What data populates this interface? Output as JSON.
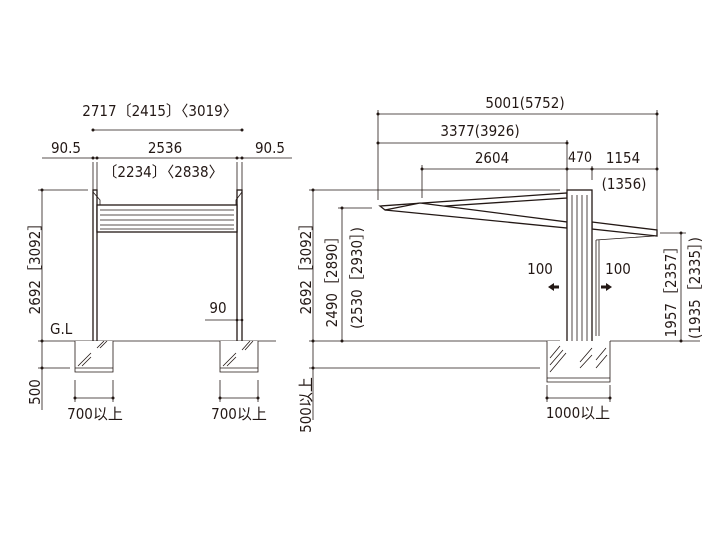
{
  "front_view": {
    "overall_width": "2717〔2415〕〈3019〉",
    "post_offset_left": "90.5",
    "post_span": "2536",
    "post_offset_right": "90.5",
    "post_span_alt": "〔2234〕〈2838〉",
    "height": "2692［3092］",
    "ground_label": "G.L",
    "post_size": "90",
    "foundation_depth": "500",
    "foundation_width_left": "700以上",
    "foundation_width_right": "700以上"
  },
  "side_view": {
    "overall_depth": "5001(5752)",
    "front_depth": "3377(3926)",
    "front_roof": "2604",
    "column_width": "470",
    "rear_depth": "1154",
    "rear_depth_alt": "(1356)",
    "height": "2692［3092］",
    "front_clearance": "2490［2890］",
    "front_clearance_alt": "(2530［2930］)",
    "rear_clearance": "1957［2357］",
    "rear_clearance_alt": "(1935［2335］)",
    "offset_left": "100",
    "offset_right": "100",
    "foundation_depth": "500以上",
    "foundation_width": "1000以上"
  }
}
